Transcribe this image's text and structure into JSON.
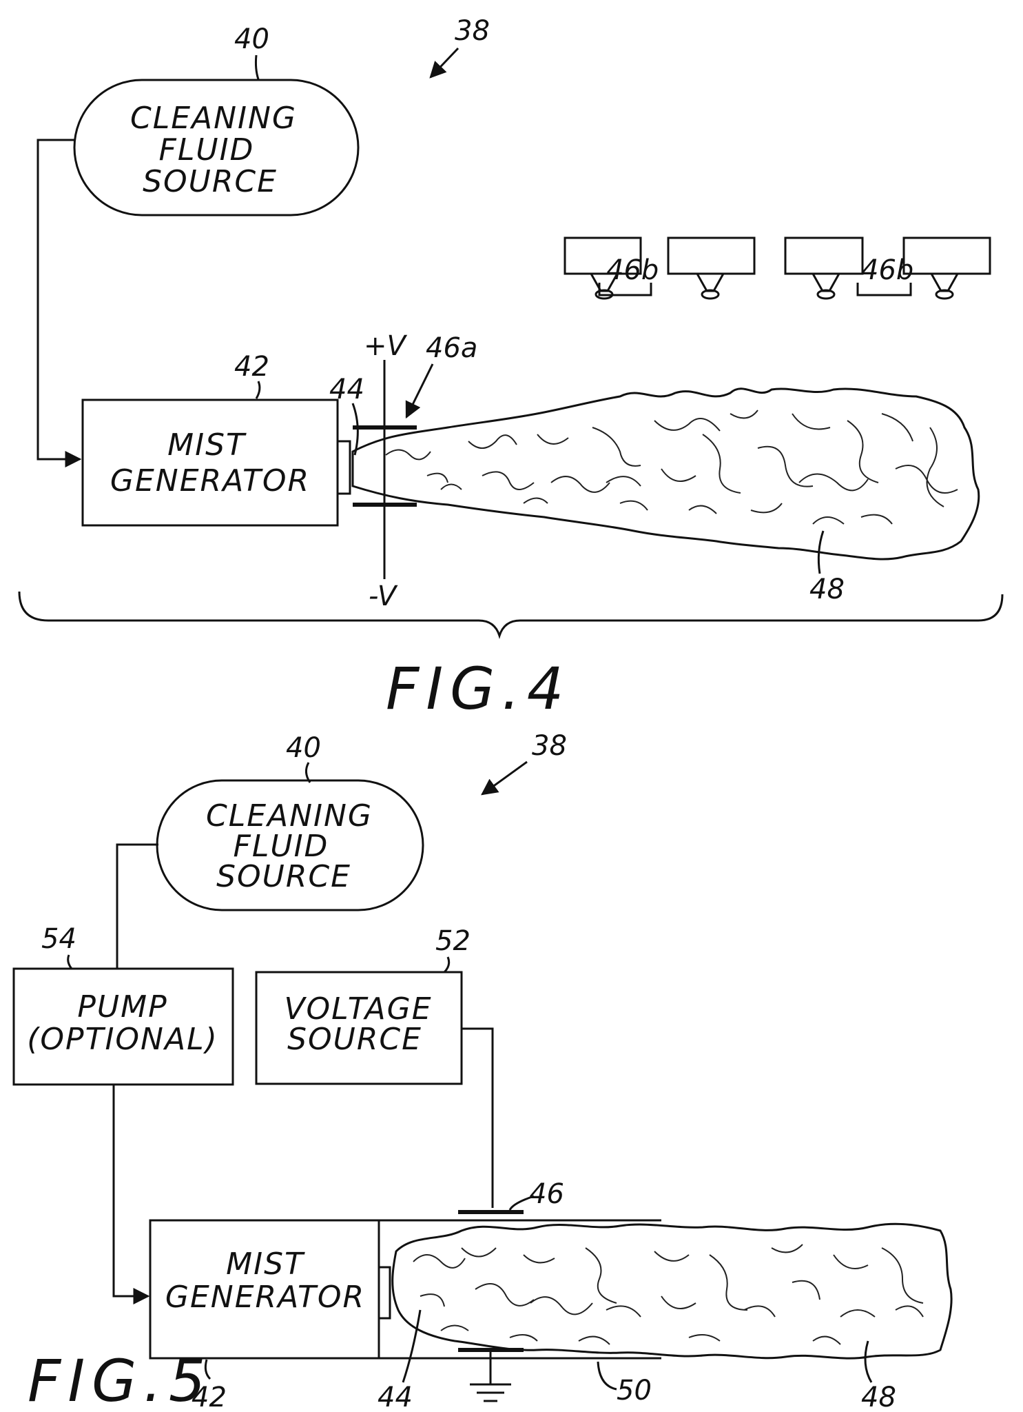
{
  "fig4": {
    "title": "FIG.4",
    "ref_assembly": "38",
    "source": {
      "ref": "40",
      "lines": [
        "CLEANING",
        "FLUID",
        "SOURCE"
      ]
    },
    "generator": {
      "ref": "42",
      "lines": [
        "MIST",
        "GENERATOR"
      ]
    },
    "nozzle_ref": "44",
    "electrode_ref": "46a",
    "lights_ref_left": "46b",
    "lights_ref_right": "46b",
    "plus_v": "+V",
    "minus_v": "-V",
    "mist_ref": "48"
  },
  "fig5": {
    "title": "FIG.5",
    "ref_assembly": "38",
    "source": {
      "ref": "40",
      "lines": [
        "CLEANING",
        "FLUID",
        "SOURCE"
      ]
    },
    "pump": {
      "ref": "54",
      "lines": [
        "PUMP",
        "(OPTIONAL)"
      ]
    },
    "voltage": {
      "ref": "52",
      "lines": [
        "VOLTAGE",
        "SOURCE"
      ]
    },
    "generator": {
      "ref": "42",
      "lines": [
        "MIST",
        "GENERATOR"
      ]
    },
    "nozzle_ref": "44",
    "electrode_ref": "46",
    "tube_ref": "50",
    "mist_ref": "48"
  }
}
